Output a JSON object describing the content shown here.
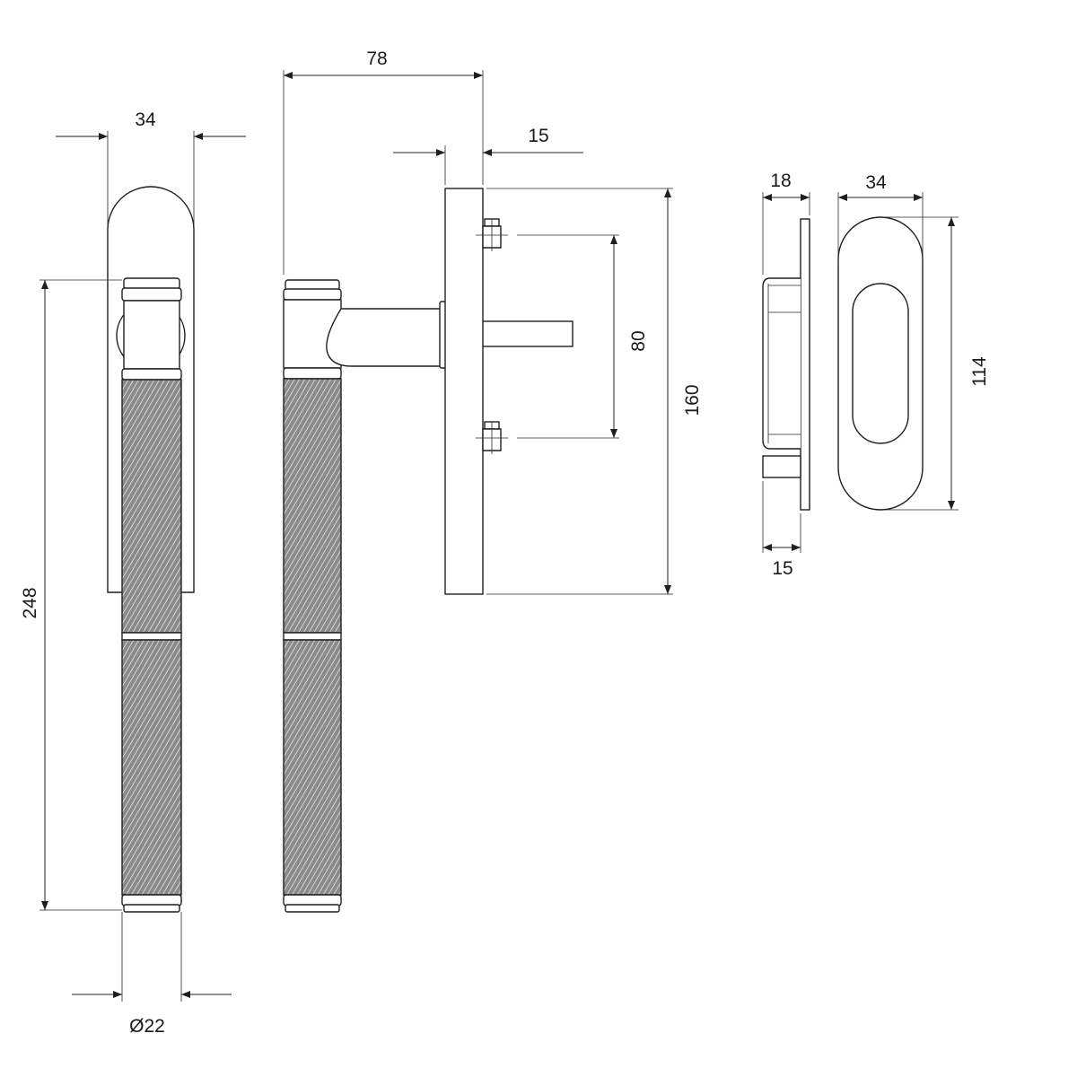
{
  "dimensions": {
    "front_width": "34",
    "front_height": "248",
    "front_diameter": "Ø22",
    "side_projection": "78",
    "side_plate_thickness": "15",
    "side_screw_spacing": "80",
    "side_plate_height": "160",
    "recess_depth": "18",
    "recess_plate_thickness": "15",
    "recess_width": "34",
    "recess_height": "114"
  },
  "colors": {
    "line": "#1f1f1f",
    "knurl_fill": "#8f8f8f",
    "background": "#ffffff"
  }
}
